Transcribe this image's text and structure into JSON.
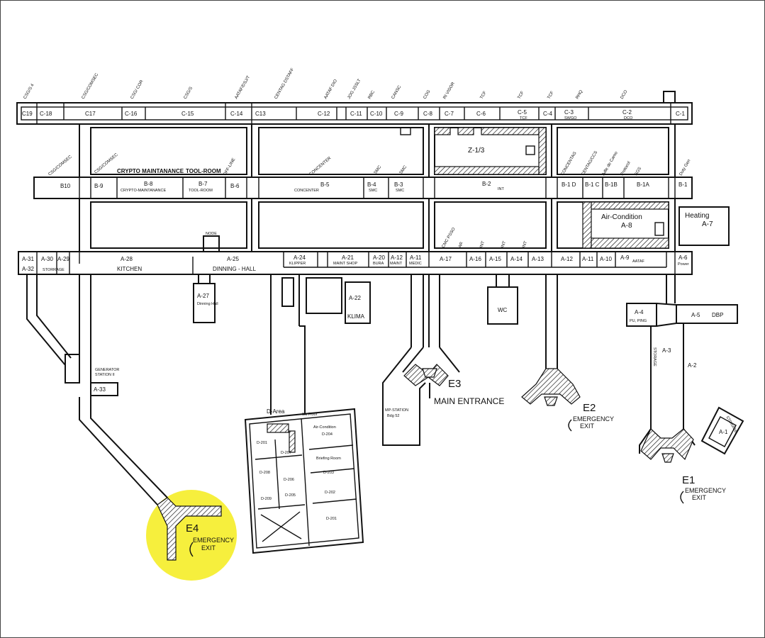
{
  "highlight": {
    "color": "#f6ef3d"
  },
  "top_labels": [
    "CSG/S 4",
    "CSG/COMSEC",
    "CSG/ COR",
    "CSG/S",
    "AATAF/DSJ/T",
    "CENTAG DSTAFF",
    "AATAF DIO",
    "JOG JSSLT",
    "RBC",
    "CANSC",
    "COG",
    "RI VISOR",
    "TCF",
    "TCF",
    "TCF",
    "RHQ",
    "DCO"
  ],
  "c_row": [
    "C19",
    "C-18",
    "C17",
    "C-16",
    "C-15",
    "C-14",
    "C13",
    "C-12",
    "C-11",
    "C-10",
    "C-9",
    "C-8",
    "C-7",
    "C-6",
    "C-5",
    "C-4",
    "C-3",
    "C-2",
    "C-1"
  ],
  "c_sub": {
    "c5": "TCF",
    "c3": "SWGO",
    "c2": "DCO"
  },
  "b_diag": [
    "CSG/COMSEC",
    "CSG/COMSEC",
    "OFF-LINE",
    "CONCENTER",
    "SMC",
    "SMC",
    "CONCENTAG",
    "CENTAG/CCS",
    "Adle de Camo",
    "Protocol",
    "SGS",
    "Duty Gen"
  ],
  "b_above": {
    "crypto": "CRYPTO MAINTANANCE",
    "tool": "TOOL-ROOM"
  },
  "b_row": [
    {
      "code": "B10",
      "sub": ""
    },
    {
      "code": "B-9",
      "sub": ""
    },
    {
      "code": "B-8",
      "sub": "CRYPTO-MAINTANANCE"
    },
    {
      "code": "B-7",
      "sub": "TOOL-ROOM"
    },
    {
      "code": "B-6",
      "sub": ""
    },
    {
      "code": "B-5",
      "sub": "CONCENTER"
    },
    {
      "code": "B-4",
      "sub": "SMC"
    },
    {
      "code": "B-3",
      "sub": "SMC"
    },
    {
      "code": "B-2",
      "sub": "INT"
    },
    {
      "code": "B-1 D",
      "sub": ""
    },
    {
      "code": "B-1 C",
      "sub": ""
    },
    {
      "code": "B-1B",
      "sub": ""
    },
    {
      "code": "B-1A",
      "sub": ""
    },
    {
      "code": "B-1",
      "sub": ""
    }
  ],
  "z_room": "Z-1/3",
  "a_row": [
    {
      "code": "A-31",
      "sub": ""
    },
    {
      "code": "A-32",
      "sub": ""
    },
    {
      "code": "A-30",
      "sub": "STORRAGE"
    },
    {
      "code": "A-29",
      "sub": ""
    },
    {
      "code": "A-28",
      "sub": "KITCHEN"
    },
    {
      "code": "A-25",
      "sub": "DINNING - HALL"
    },
    {
      "code": "A-24",
      "sub": "KLIPPER"
    },
    {
      "code": "A-21",
      "sub": "MAINT SHOP"
    },
    {
      "code": "A-20",
      "sub": "BURA"
    },
    {
      "code": "A-12",
      "sub": "MAINT"
    },
    {
      "code": "A-11",
      "sub": "MEDIC"
    },
    {
      "code": "A-17",
      "sub": ""
    },
    {
      "code": "A-16",
      "sub": ""
    },
    {
      "code": "A-15",
      "sub": ""
    },
    {
      "code": "A-14",
      "sub": ""
    },
    {
      "code": "A-13",
      "sub": ""
    },
    {
      "code": "A-12",
      "sub": ""
    },
    {
      "code": "A-11",
      "sub": ""
    },
    {
      "code": "A-10",
      "sub": ""
    },
    {
      "code": "A-9",
      "sub": "AATAF"
    },
    {
      "code": "A-6",
      "sub": "Power"
    }
  ],
  "a_diag": [
    "CMC PSSO",
    "AR",
    "INT",
    "INT",
    "INT"
  ],
  "node_label": "NODE",
  "a8": {
    "title": "Air-Condition",
    "code": "A-8"
  },
  "a7": {
    "title": "Heating",
    "code": "A-7"
  },
  "a27": {
    "code": "A-27",
    "sub": "Dinning Hall"
  },
  "a22": {
    "code": "A-22",
    "sub": "KLIMA"
  },
  "wc": "WC",
  "a4": {
    "code": "A-4",
    "sub": "PU, PING"
  },
  "a5": {
    "code": "A-5",
    "sub": "DBP"
  },
  "a2": "A-2",
  "a3": {
    "code": "A-3",
    "sub": "STORAGE"
  },
  "a1": "A-1",
  "a1_sub": "STORAGE",
  "generator": {
    "line1": "GENERATOR",
    "line2": "STATION II",
    "code": "A-33"
  },
  "mp_station": {
    "line1": "MP-STATION",
    "line2": "Bdg 52"
  },
  "d_area": {
    "title": "D-Area",
    "entry": "1st Floor",
    "rooms": [
      {
        "code": "D-201",
        "sub": ""
      },
      {
        "code": "D-207",
        "sub": ""
      },
      {
        "code": "D-208",
        "sub": ""
      },
      {
        "code": "D-206",
        "sub": ""
      },
      {
        "code": "D-205",
        "sub": ""
      },
      {
        "code": "D-209",
        "sub": ""
      },
      {
        "code": "D-204",
        "sub": "Air-Condition"
      },
      {
        "code": "D-203",
        "sub": "Briefing Room"
      },
      {
        "code": "D-202",
        "sub": ""
      },
      {
        "code": "D-201",
        "sub": ""
      }
    ]
  },
  "exits": {
    "e1": {
      "code": "E1",
      "line1": "EMERGENCY",
      "line2": "EXIT"
    },
    "e2": {
      "code": "E2",
      "line1": "EMERGENCY",
      "line2": "EXIT"
    },
    "e3": {
      "code": "E3",
      "label": "MAIN ENTRANCE"
    },
    "e4": {
      "code": "E4",
      "line1": "EMERGENCY",
      "line2": "EXIT"
    }
  }
}
